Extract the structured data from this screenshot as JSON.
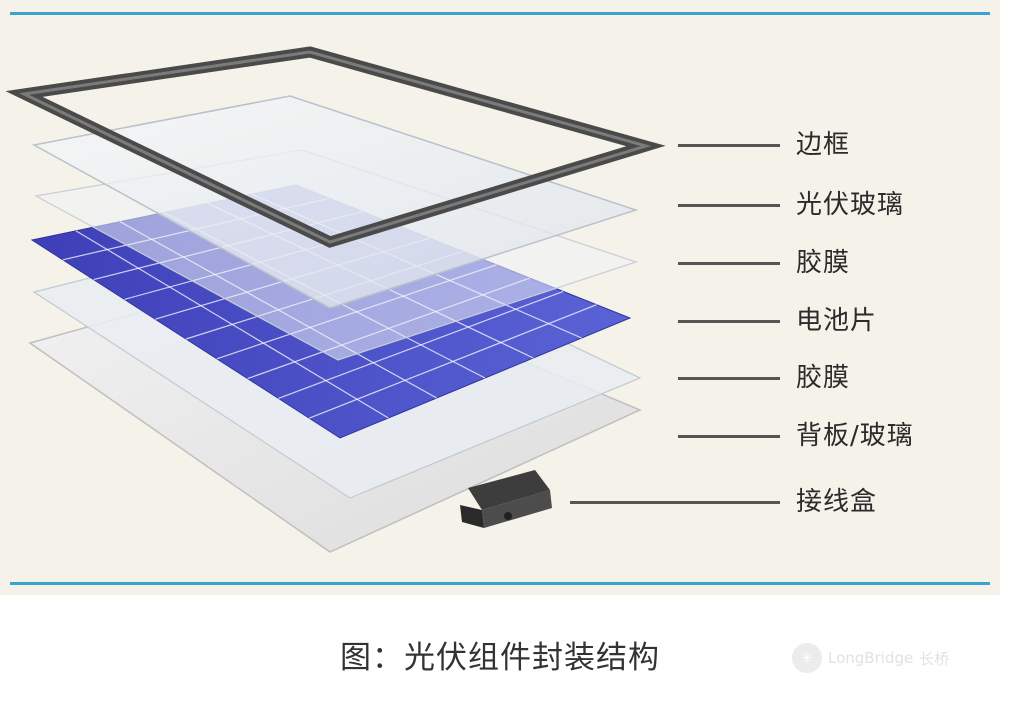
{
  "diagram": {
    "layers": [
      {
        "id": "frame",
        "label": "边框"
      },
      {
        "id": "glass",
        "label": "光伏玻璃"
      },
      {
        "id": "film-top",
        "label": "胶膜"
      },
      {
        "id": "cells",
        "label": "电池片"
      },
      {
        "id": "film-bottom",
        "label": "胶膜"
      },
      {
        "id": "backsheet",
        "label": "背板/玻璃"
      },
      {
        "id": "junction-box",
        "label": "接线盒"
      }
    ],
    "colors": {
      "rule": "#3aa3cf",
      "background": "#f5f2e9",
      "frame": "#4a4a4a",
      "cell_blue": "#4c52c8",
      "glass": "#e4e9ee"
    }
  },
  "caption": "图：光伏组件封装结构",
  "watermark": {
    "brand": "LongBridge",
    "brand_cn": "长桥"
  }
}
